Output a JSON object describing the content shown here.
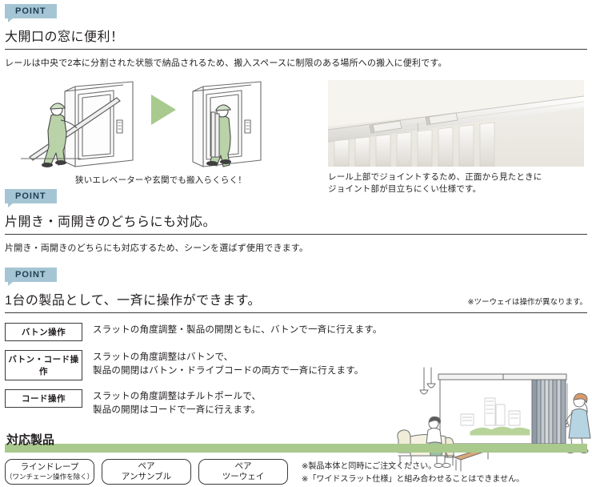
{
  "sections": [
    {
      "badge": "POINT",
      "heading": "大開口の窓に便利！",
      "body": "レールは中央で2本に分割された状態で納品されるため、搬入スペースに制限のある場所への搬入に便利です。",
      "illustration_caption": "狭いエレベーターや玄関でも搬入らくらく！",
      "photo_caption_line1": "レール上部でジョイントするため、正面から見たときに",
      "photo_caption_line2": "ジョイント部が目立ちにくい仕様です。"
    },
    {
      "badge": "POINT",
      "heading": "片開き・両開きのどちらにも対応。",
      "body": "片開き・両開きのどちらにも対応するため、シーンを選ばず使用できます。"
    },
    {
      "badge": "POINT",
      "heading": "1台の製品として、一斉に操作ができます。",
      "note": "※ツーウェイは操作が異なります。"
    }
  ],
  "operations": [
    {
      "label": "バトン操作",
      "lines": [
        "スラットの角度調整・製品の開閉ともに、バトンで一斉に行えます。"
      ]
    },
    {
      "label": "バトン・コード操作",
      "lines": [
        "スラットの角度調整はバトンで、",
        "製品の開閉はバトン・ドライブコードの両方で一斉に行えます。"
      ]
    },
    {
      "label": "コード操作",
      "lines": [
        "スラットの角度調整はチルトポールで、",
        "製品の開閉はコードで一斉に行えます。"
      ]
    }
  ],
  "bottom": {
    "title": "対応製品",
    "products": [
      {
        "name": "ラインドレープ",
        "sub": "（ワンチェーン操作を除く）"
      },
      {
        "name": "ペア",
        "sub": "アンサンブル"
      },
      {
        "name": "ペア",
        "sub": "ツーウェイ"
      }
    ],
    "notes": [
      "※製品本体と同時にご注文ください。",
      "※「ワイドスラット仕様」と組み合わせることはできません。"
    ]
  },
  "colors": {
    "badge_bg": "#a6c5d4",
    "badge_text": "#1f3d52",
    "green_bar": "#aac98d",
    "arrow_green": "#a9ca8e",
    "uniform_green": "#b9d2a8",
    "rule": "#3b3b3b"
  }
}
